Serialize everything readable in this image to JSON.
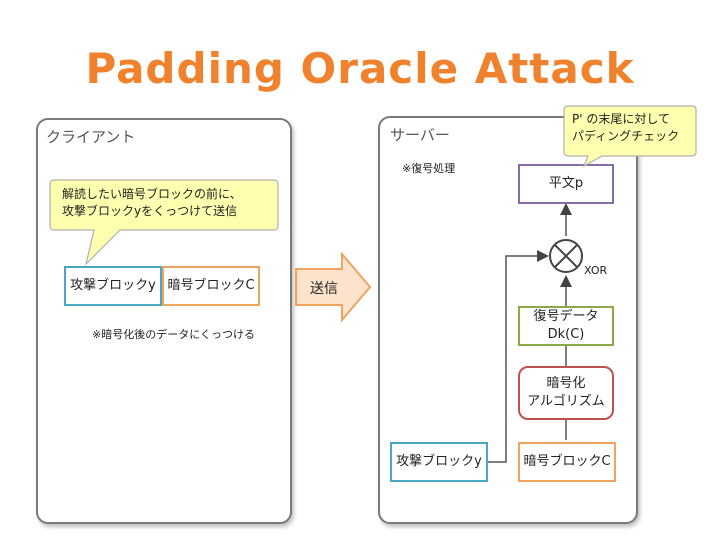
{
  "title": "Padding Oracle Attack",
  "client": {
    "label": "クライアント",
    "callout_line1": "解読したい暗号ブロックの前に、",
    "callout_line2": "攻撃ブロックyをくっつけて送信",
    "block_attack": "攻撃ブロックy",
    "block_cipher": "暗号ブロックC",
    "note": "※暗号化後のデータにくっつける"
  },
  "send_arrow": {
    "label": "送信"
  },
  "server": {
    "label": "サーバー",
    "note": "※復号処理",
    "callout_line1": "P' の末尾に対して",
    "callout_line2": "パディングチェック",
    "plaintext": "平文p",
    "xor_label": "XOR",
    "decrypted_line1": "復号データ",
    "decrypted_line2": "Dk(C)",
    "algorithm_line1": "暗号化",
    "algorithm_line2": "アルゴリズム",
    "block_attack": "攻撃ブロックy",
    "block_cipher": "暗号ブロックC"
  },
  "colors": {
    "title": "#f0822e",
    "callout_fill": "#ffffb0",
    "arrow_fill": "#fde3cc",
    "arrow_stroke": "#f0a462"
  }
}
